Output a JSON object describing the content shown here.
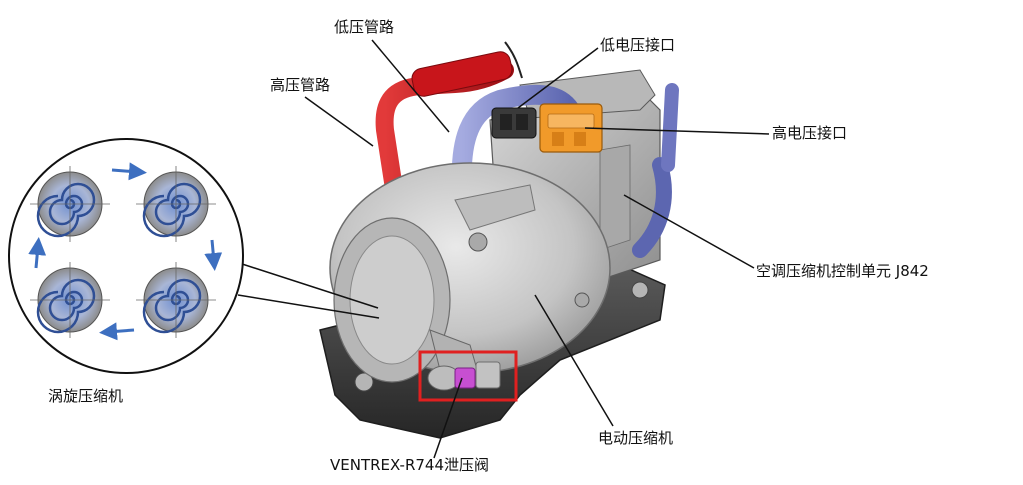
{
  "labels": {
    "low_pressure_pipe": "低压管路",
    "high_pressure_pipe": "高压管路",
    "low_voltage_connector": "低电压接口",
    "high_voltage_connector": "高电压接口",
    "ac_compressor_control_unit": "空调压缩机控制单元 J842",
    "scroll_compressor": "涡旋压缩机",
    "electric_compressor": "电动压缩机",
    "relief_valve": "VENTREX-R744泄压阀"
  },
  "colors": {
    "high_pressure_pipe": "#c8151b",
    "low_pressure_pipe": "#7d86c9",
    "high_voltage_connector": "#f19a2a",
    "relief_valve": "#c74fd1",
    "highlight_box": "#e02020",
    "compressor_body": "#c9c9c9",
    "base_plate": "#3b3b3b",
    "scroll_blue": "#4a6fb0",
    "flow_arrow": "#3d6fc0"
  },
  "icons": {
    "flow_arrows": "arrow-icon"
  }
}
